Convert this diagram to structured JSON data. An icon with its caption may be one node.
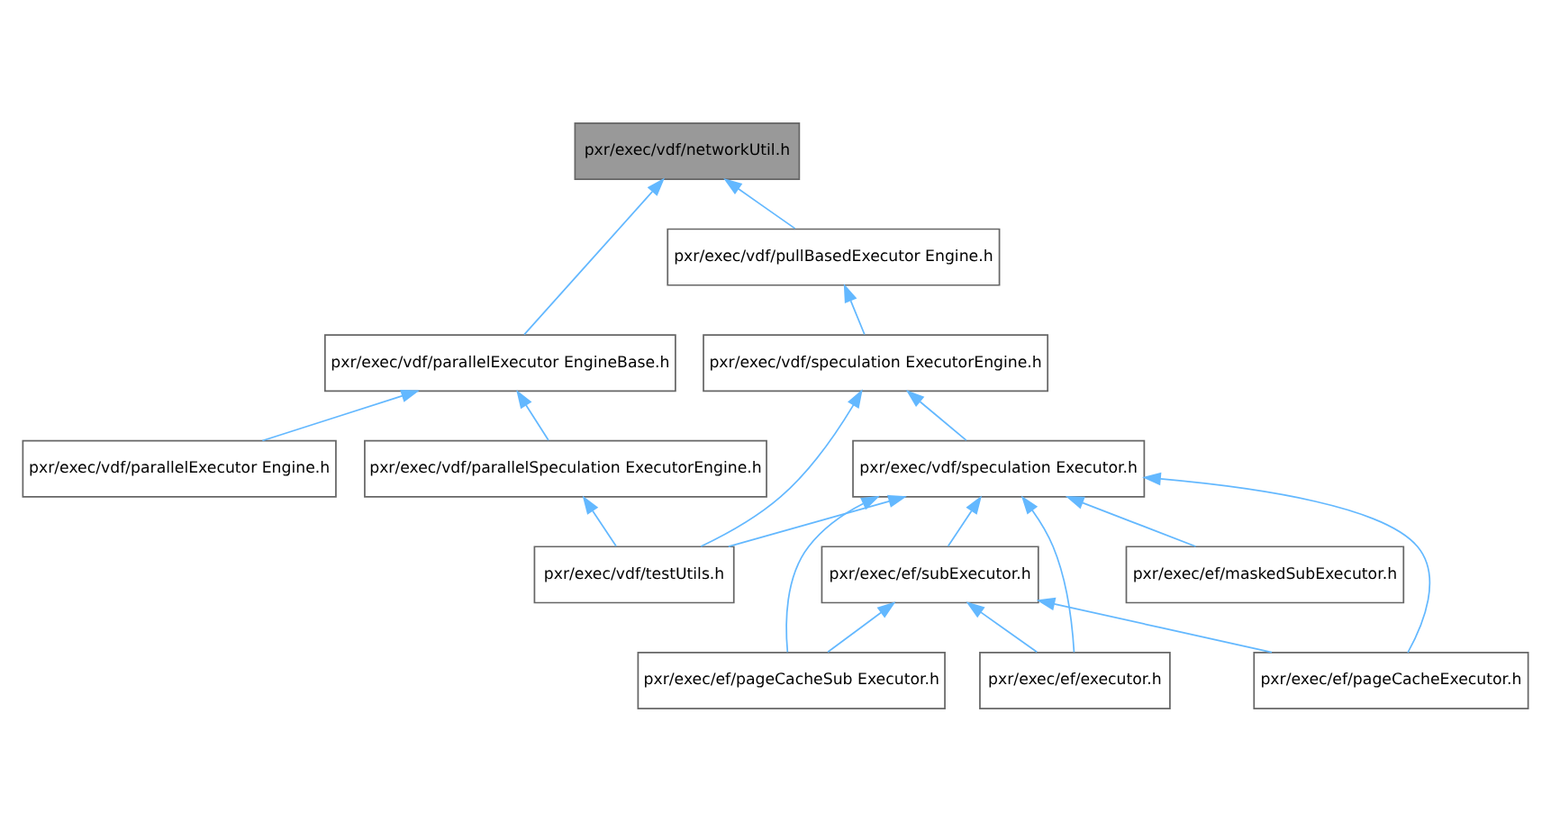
{
  "diagram": {
    "nodes": [
      {
        "text": [
          "pxr/exec/vdf/networkUtil.h"
        ]
      },
      {
        "text": [
          "pxr/exec/vdf/parallelExecutor EngineBase.h"
        ]
      },
      {
        "text": [
          "pxr/exec/vdf/pullBasedExecutor Engine.h"
        ]
      },
      {
        "text": [
          "pxr/exec/vdf/parallelExecutor Engine.h"
        ]
      },
      {
        "text": [
          "pxr/exec/vdf/speculation ExecutorEngine.h"
        ]
      },
      {
        "text": [
          "pxr/exec/vdf/parallelSpeculation ExecutorEngine.h"
        ]
      },
      {
        "text": [
          "pxr/exec/vdf/speculation Executor.h"
        ]
      },
      {
        "text": [
          "pxr/exec/vdf/testUtils.h"
        ]
      },
      {
        "text": [
          "pxr/exec/ef/subExecutor.h"
        ]
      },
      {
        "text": [
          "pxr/exec/ef/maskedSubExecutor.h"
        ]
      },
      {
        "text": [
          "pxr/exec/ef/executor.h"
        ]
      },
      {
        "text": [
          "pxr/exec/ef/pageCacheExecutor.h"
        ]
      },
      {
        "text": [
          "pxr/exec/ef/pageCacheSub Executor.h"
        ]
      }
    ],
    "edges": [
      {
        "from": 1,
        "to": 0,
        "arrow": "to"
      },
      {
        "from": 2,
        "to": 0,
        "arrow": "to"
      },
      {
        "from": 3,
        "to": 1,
        "arrow": "to"
      },
      {
        "from": 5,
        "to": 1,
        "arrow": "to"
      },
      {
        "from": 4,
        "to": 2,
        "arrow": "to"
      },
      {
        "from": 7,
        "to": 4,
        "arrow": "to"
      },
      {
        "from": 6,
        "to": 4,
        "arrow": "to"
      },
      {
        "from": 7,
        "to": 5,
        "arrow": "to"
      },
      {
        "from": 7,
        "to": 6,
        "arrow": "to"
      },
      {
        "from": 8,
        "to": 6,
        "arrow": "to"
      },
      {
        "from": 9,
        "to": 6,
        "arrow": "to"
      },
      {
        "from": 10,
        "to": 6,
        "arrow": "to"
      },
      {
        "from": 11,
        "to": 6,
        "arrow": "to"
      },
      {
        "from": 12,
        "to": 6,
        "arrow": "to"
      },
      {
        "from": 10,
        "to": 8,
        "arrow": "to"
      },
      {
        "from": 11,
        "to": 8,
        "arrow": "to"
      },
      {
        "from": 12,
        "to": 8,
        "arrow": "to"
      }
    ]
  }
}
